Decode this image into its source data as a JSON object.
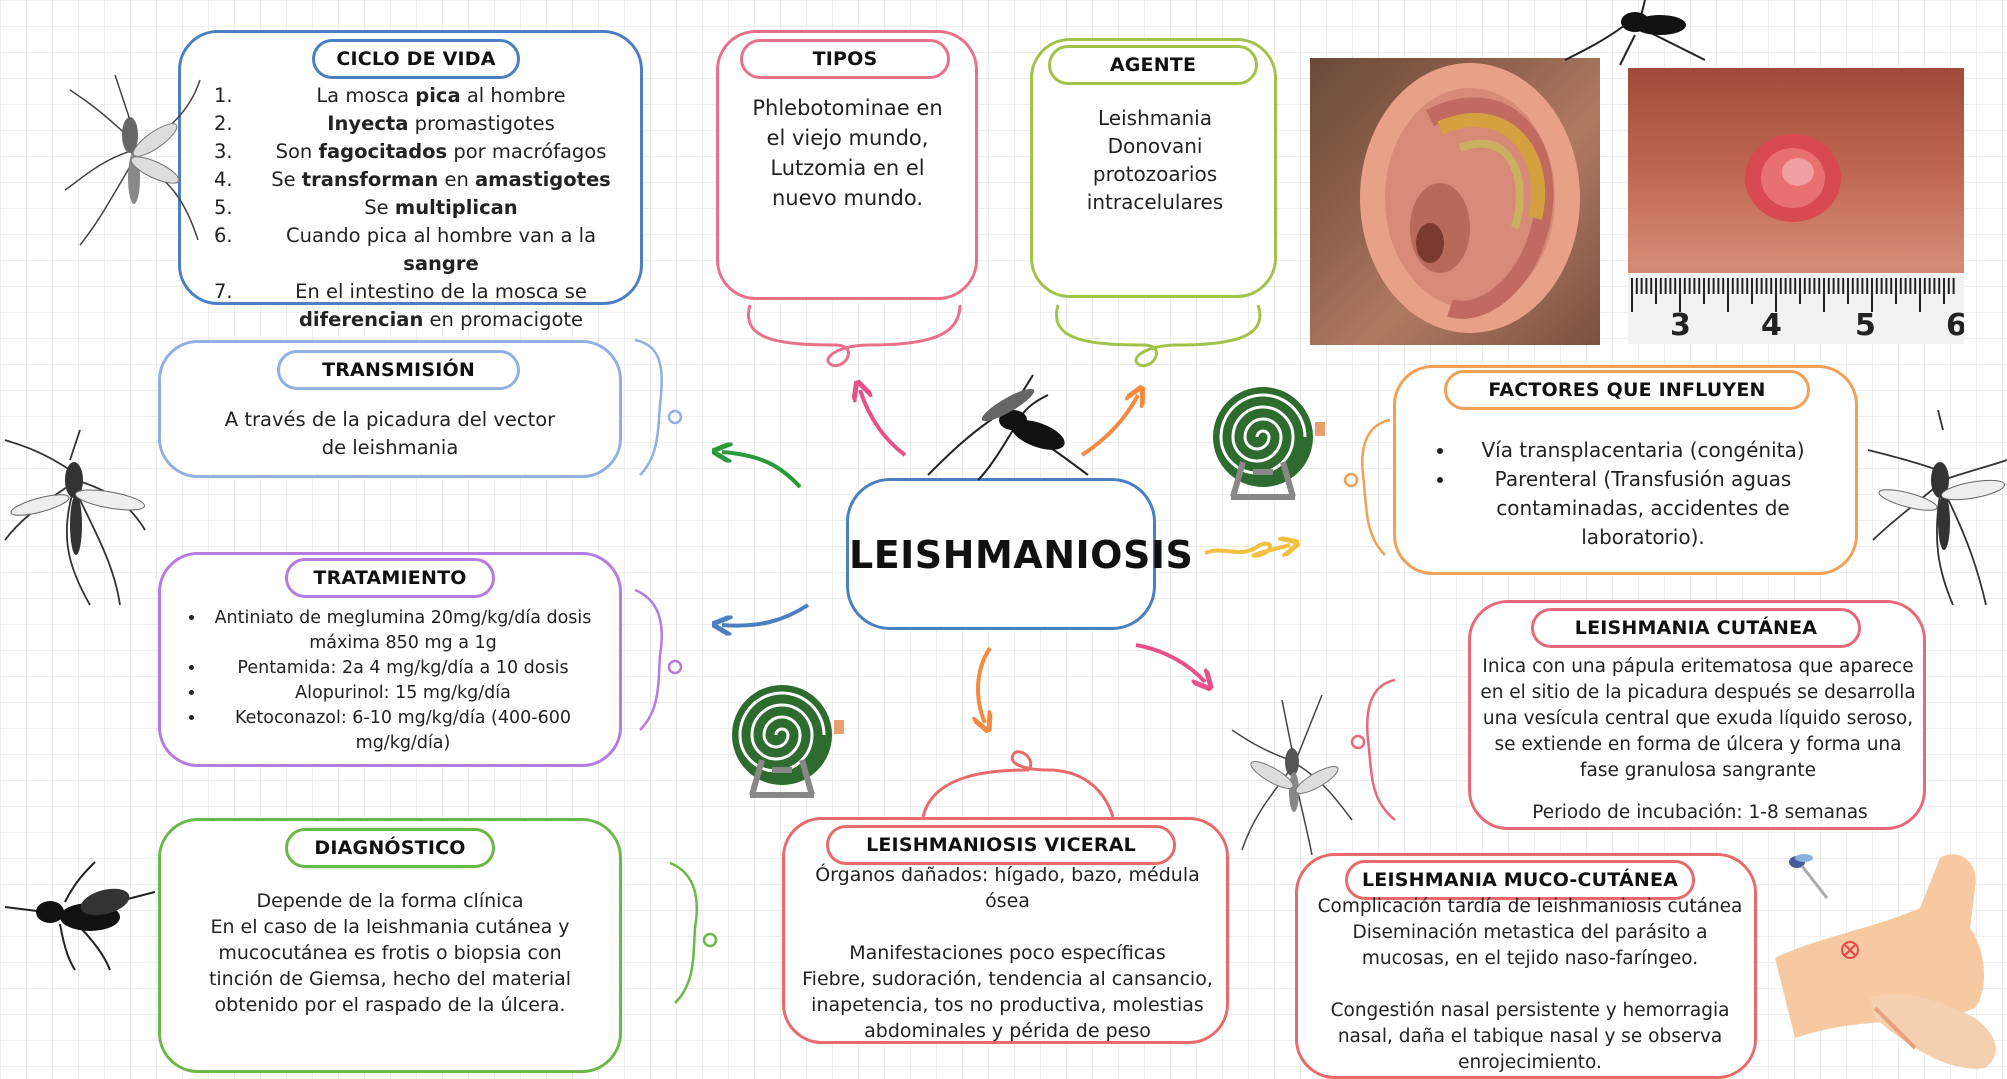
{
  "center": {
    "title": "LEISHMANIOSIS"
  },
  "ciclo": {
    "title": "CICLO DE VIDA",
    "items": [
      {
        "num": "1.",
        "parts": [
          [
            "La mosca ",
            false
          ],
          [
            "pica",
            true
          ],
          [
            " al hombre",
            false
          ]
        ]
      },
      {
        "num": "2.",
        "parts": [
          [
            "Inyecta",
            true
          ],
          [
            " promastigotes",
            false
          ]
        ]
      },
      {
        "num": "3.",
        "parts": [
          [
            "Son ",
            false
          ],
          [
            "fagocitados",
            true
          ],
          [
            " por macrófagos",
            false
          ]
        ]
      },
      {
        "num": "4.",
        "parts": [
          [
            "Se ",
            false
          ],
          [
            "transforman",
            true
          ],
          [
            " en ",
            false
          ],
          [
            "amastigotes",
            true
          ]
        ]
      },
      {
        "num": "5.",
        "parts": [
          [
            "Se ",
            false
          ],
          [
            "multiplican",
            true
          ]
        ]
      },
      {
        "num": "6.",
        "parts": [
          [
            "Cuando pica al hombre van a la ",
            false
          ],
          [
            "sangre",
            true
          ]
        ]
      },
      {
        "num": "7.",
        "parts": [
          [
            "En el intestino de la mosca se ",
            false
          ],
          [
            "diferencian",
            true
          ],
          [
            " en promacigote",
            false
          ]
        ]
      }
    ]
  },
  "tipos": {
    "title": "TIPOS",
    "text": "Phlebotominae en el viejo mundo, Lutzomia en el nuevo mundo."
  },
  "agente": {
    "title": "AGENTE",
    "text": "Leishmania Donovani protozoarios intracelulares"
  },
  "transmision": {
    "title": "TRANSMISIÓN",
    "text": "A través de la picadura del vector de leishmania"
  },
  "tratamiento": {
    "title": "TRATAMIENTO",
    "items": [
      "Antiniato de meglumina 20mg/kg/día dosis máxima 850 mg a 1g",
      "Pentamida: 2a 4 mg/kg/día a 10 dosis",
      "Alopurinol: 15 mg/kg/día",
      "Ketoconazol: 6-10 mg/kg/día (400-600 mg/kg/día)"
    ]
  },
  "diagnostico": {
    "title": "DIAGNÓSTICO",
    "line1": "Depende de la forma clínica",
    "line2": "En el caso de la leishmania cutánea y mucocutánea es frotis o biopsia con tinción de Giemsa, hecho del material obtenido por el raspado de la úlcera."
  },
  "factores": {
    "title": "FACTORES QUE INFLUYEN",
    "items": [
      "Vía transplacentaria (congénita)",
      "Parenteral (Transfusión aguas contaminadas, accidentes de laboratorio)."
    ]
  },
  "cutanea": {
    "title": "LEISHMANIA CUTÁNEA",
    "text": "Inica con una pápula eritematosa que aparece en el sitio de la picadura después se desarrolla una vesícula central que exuda líquido seroso, se extiende en forma de úlcera y forma una fase granulosa sangrante",
    "incubacion": "Periodo de incubación: 1-8 semanas"
  },
  "visceral": {
    "title": "LEISHMANIOSIS VICERAL",
    "organos": "Órganos dañados: hígado, bazo, médula ósea",
    "manifest_title": "Manifestaciones poco específicas",
    "manifest": "Fiebre, sudoración, tendencia al cansancio, inapetencia, tos no productiva, molestias abdominales y périda de peso"
  },
  "mucocutanea": {
    "title": "LEISHMANIA MUCO-CUTÁNEA",
    "p1": "Complicación tardía de leishmaniosis cutánea Diseminación metastica del parásito a mucosas, en el tejido naso-faríngeo.",
    "p2": "Congestión nasal persistente y hemorragia nasal, daña el tabique nasal y se observa enrojecimiento."
  },
  "ruler": {
    "ticks": [
      "3",
      "4",
      "5",
      "6"
    ]
  },
  "colors": {
    "ciclo": "#4a7fc1",
    "tipos": "#e8708a",
    "agente": "#a3c24a",
    "transmision": "#8fb0e0",
    "tratamiento": "#b57be0",
    "diagnostico": "#6ab84a",
    "factores": "#f2a058",
    "cutanea": "#e86a7a",
    "visceral": "#e86a6a",
    "mucocutanea": "#e86a6a",
    "center": "#4a7fc1"
  }
}
